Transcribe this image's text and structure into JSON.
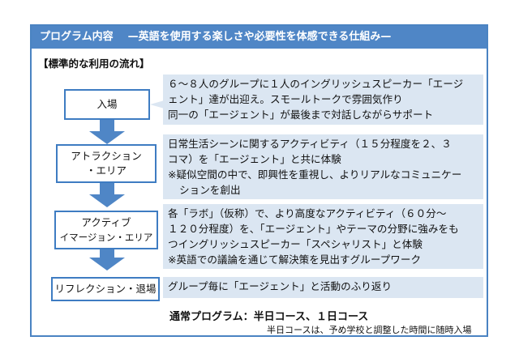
{
  "header": {
    "title": "プログラム内容",
    "subtitle": "—英語を使用する楽しさや必要性を体感できる仕組み—"
  },
  "section_label": "【標準的な利用の流れ】",
  "steps": [
    {
      "label": [
        "入場"
      ],
      "description": [
        "６～８人のグループに１人のイングリッシュスピーカー「エージ",
        "ェント」達が出迎え。スモールトークで雰囲気作り",
        "同一の「エージェント」が最後まで対話しながらサポート"
      ]
    },
    {
      "label": [
        "アトラクション",
        "・エリア"
      ],
      "description": [
        "日常生活シーンに関するアクティビティ（１５分程度を２、３",
        "コマ）を「エージェント」と共に体験",
        "※疑似空間の中で、即興性を重視し、よりリアルなコミュニケー",
        "ションを創出"
      ]
    },
    {
      "label": [
        "アクティブ",
        "イマージョン・エリア"
      ],
      "description": [
        "各「ラボ」（仮称）で、より高度なアクティビティ（６０分～",
        "１２０分程度）を、「エージェント」やテーマの分野に強みをも",
        "つイングリッシュスピーカー「スペシャリスト」と体験",
        "※英語での議論を通じて解決策を見出すグループワーク"
      ]
    },
    {
      "label": [
        "リフレクション・退場"
      ],
      "description": [
        "グループ毎に「エージェント」と活動のふり返り"
      ]
    }
  ],
  "footer": {
    "normal_program": "通常プログラム：半日コース、１日コース",
    "note": "半日コースは、予め学校と調整した時間に随時入場"
  }
}
